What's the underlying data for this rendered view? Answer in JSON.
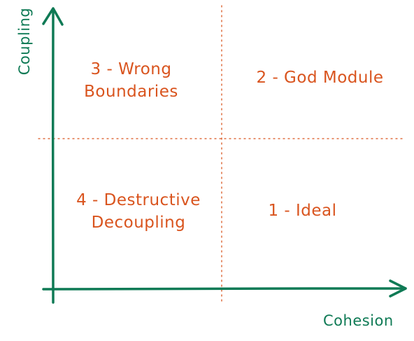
{
  "axes": {
    "x_label": "Cohesion",
    "y_label": "Coupling"
  },
  "quadrants": {
    "top_left": [
      "3 - Wrong",
      "Boundaries"
    ],
    "top_right": [
      "2 - God Module"
    ],
    "bottom_left": [
      "4 - Destructive",
      "Decoupling"
    ],
    "bottom_right": [
      "1 - Ideal"
    ]
  },
  "colors": {
    "axis": "#0f7a55",
    "label": "#d9541e",
    "divider": "#d9541e"
  }
}
